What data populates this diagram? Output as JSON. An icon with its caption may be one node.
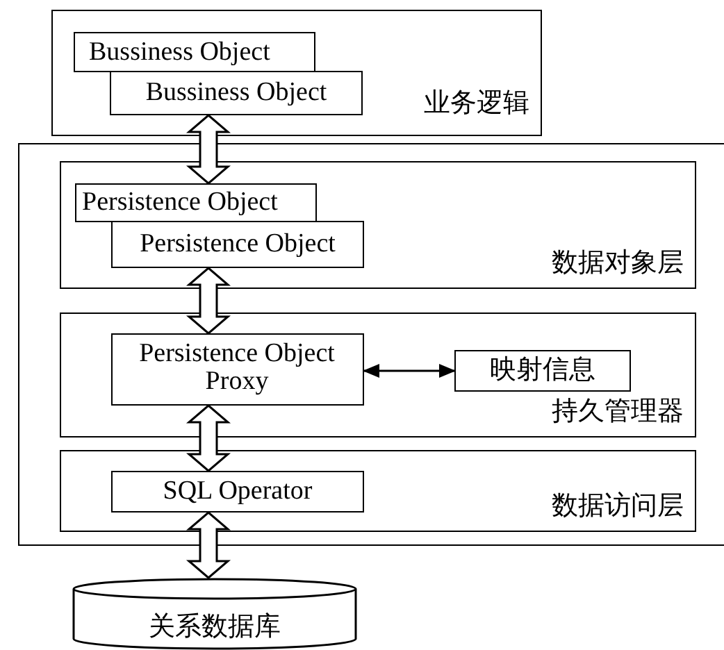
{
  "diagram": {
    "nodes": [
      {
        "text": [
          "业务逻辑"
        ]
      },
      {
        "text": [
          "Bussiness Object"
        ],
        "in": 0
      },
      {
        "text": [
          "Bussiness Object"
        ],
        "in": 0
      },
      {
        "text": [],
        "shape": "box"
      },
      {
        "text": [
          "数据对象层"
        ],
        "in": 3
      },
      {
        "text": [
          "Persistence Object"
        ],
        "in": 4
      },
      {
        "text": [
          "Persistence Object"
        ],
        "in": 4
      },
      {
        "text": [
          "持久管理器"
        ],
        "in": 3
      },
      {
        "text": [
          "Persistence Object Proxy"
        ],
        "in": 7
      },
      {
        "text": [
          "映射信息"
        ],
        "in": 7
      },
      {
        "text": [
          "数据访问层"
        ],
        "in": 3
      },
      {
        "text": [
          "SQL Operator"
        ],
        "in": 10
      },
      {
        "text": [
          "关系数据库"
        ]
      }
    ],
    "edges": [
      {
        "from": 2,
        "to": 5,
        "arrow": "both",
        "style": "thick"
      },
      {
        "from": 6,
        "to": 8,
        "arrow": "both",
        "style": "thick"
      },
      {
        "from": 8,
        "to": 9,
        "arrow": "both"
      },
      {
        "from": 8,
        "to": 11,
        "arrow": "both",
        "style": "thick"
      },
      {
        "from": 11,
        "to": 12,
        "arrow": "both",
        "style": "thick"
      }
    ]
  }
}
